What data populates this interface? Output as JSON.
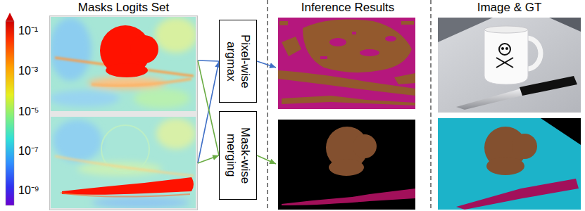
{
  "diagram": {
    "nodes": [
      {
        "text": [
          "Masks Logits Set"
        ]
      },
      {
        "text": [
          "Pixel-wise argmax"
        ]
      },
      {
        "text": [
          "Mask-wise merging"
        ]
      },
      {
        "text": [
          "Inference Results"
        ]
      },
      {
        "text": [
          "Image & GT"
        ]
      }
    ],
    "edges": [
      {
        "from": 0,
        "to": 1,
        "arrow": "to"
      },
      {
        "from": 0,
        "to": 2,
        "arrow": "to"
      },
      {
        "from": 1,
        "to": 3,
        "arrow": "to"
      },
      {
        "from": 2,
        "to": 3,
        "arrow": "to"
      }
    ],
    "labels": [
      "10⁻¹",
      "10⁻³",
      "10⁻⁵",
      "10⁻⁷",
      "10⁻⁹"
    ]
  }
}
